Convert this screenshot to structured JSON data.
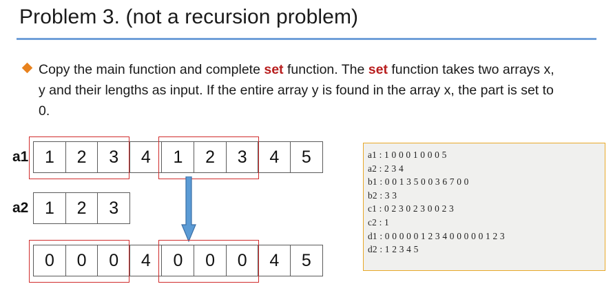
{
  "title": "Problem 3. (not a recursion problem)",
  "bullet": {
    "icon": "diamond-bullet-icon",
    "part1": "Copy the main function and complete ",
    "bold1": "set",
    "part2": " function. The ",
    "bold2": "set",
    "part3": " function takes two arrays x, y and their lengths as input. If the entire array y is found in the array x, the part is set to 0."
  },
  "diagram": {
    "rows": [
      {
        "label": "a1",
        "values": [
          "1",
          "2",
          "3",
          "4",
          "1",
          "2",
          "3",
          "4",
          "5"
        ]
      },
      {
        "label": "a2",
        "values": [
          "1",
          "2",
          "3"
        ]
      },
      {
        "label": "",
        "values": [
          "0",
          "0",
          "0",
          "4",
          "0",
          "0",
          "0",
          "4",
          "5"
        ]
      }
    ],
    "arrow": "down-arrow-icon",
    "highlight_color": "#d02b2b",
    "arrow_color": "#5b9bd5"
  },
  "output": {
    "lines": [
      "a1 : 1 0 0 0 1 0 0 0 5",
      "a2 : 2 3 4",
      "b1 : 0 0 1 3 5 0 0 3 6 7 0 0",
      "b2 : 3 3",
      "c1 : 0 2 3 0 2 3 0 0 2 3",
      "c2 : 1",
      "d1 : 0 0 0 0 0 1 2 3 4 0 0 0 0 0 1 2 3",
      "d2 : 1 2 3 4 5"
    ],
    "border_color": "#e8a827",
    "background_color": "#f0f0ee"
  },
  "theme": {
    "rule_color": "#6f9fd8",
    "bullet_color": "#e8821e",
    "keyword_color": "#b81e1e"
  }
}
